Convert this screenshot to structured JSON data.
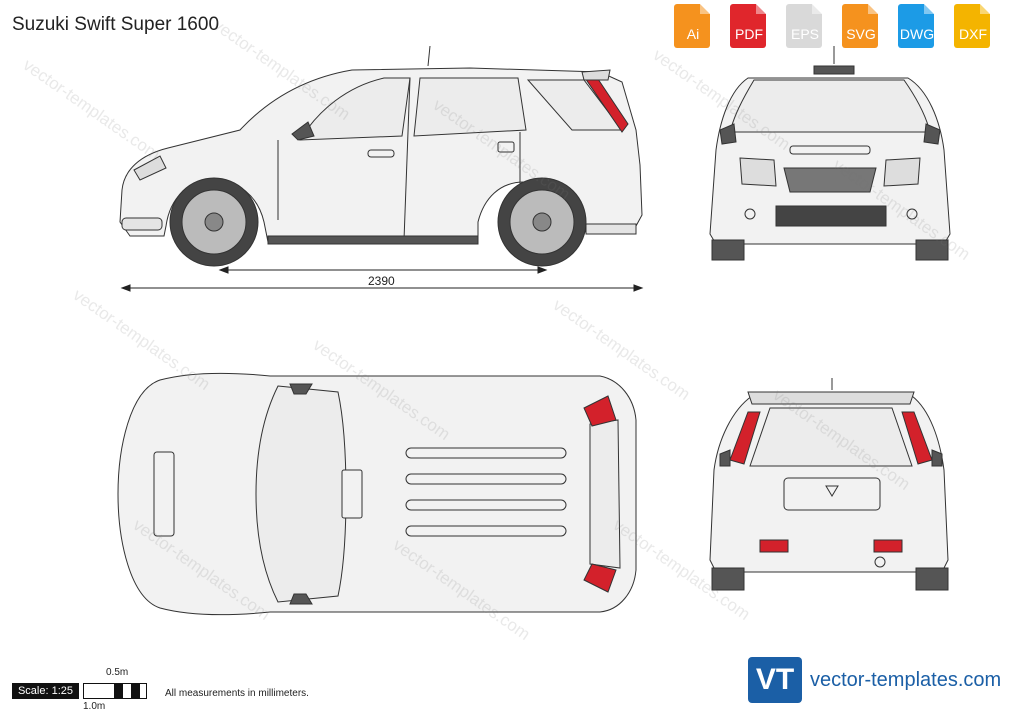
{
  "title": "Suzuki Swift Super 1600",
  "formats": [
    {
      "label": "Ai",
      "color": "#f5921e"
    },
    {
      "label": "PDF",
      "color": "#e0262c"
    },
    {
      "label": "EPS",
      "color": "#d9d9d9"
    },
    {
      "label": "SVG",
      "color": "#f5921e"
    },
    {
      "label": "DWG",
      "color": "#1c9be6"
    },
    {
      "label": "DXF",
      "color": "#f4b400"
    }
  ],
  "dimension": {
    "wheelbase": "2390"
  },
  "scale": {
    "label": "Scale: 1:25",
    "half": "0.5m",
    "full": "1.0m"
  },
  "note": "All measurements in millimeters.",
  "brand": {
    "logo": "VT",
    "site": "vector-templates.com"
  },
  "watermark": "vector-templates.com",
  "colors": {
    "body": "#f2f2f2",
    "outline": "#333333",
    "tail_light": "#d3212b",
    "glass": "#ececec",
    "accent": "#1b5fa6"
  }
}
